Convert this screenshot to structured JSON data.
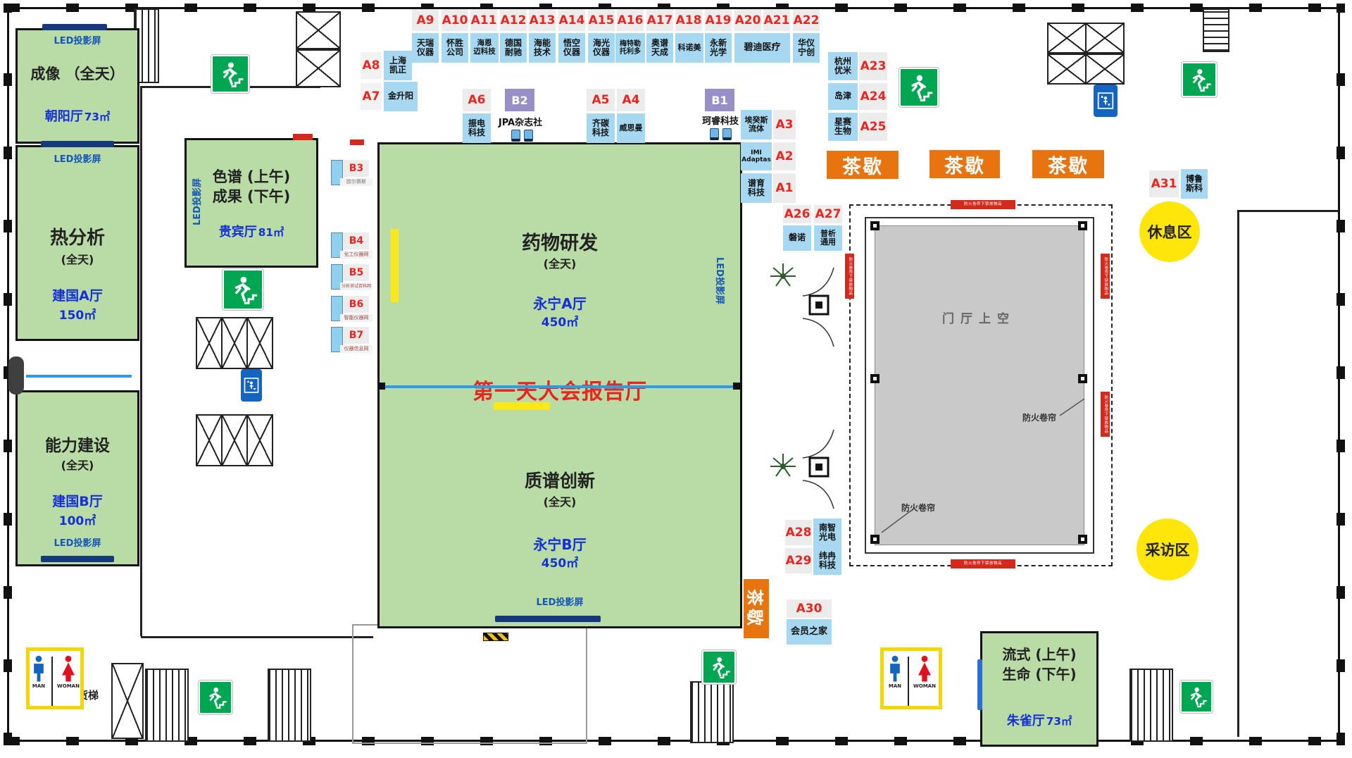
{
  "labels": {
    "led_screen": "LED投影屏",
    "tea_break": "茶歇",
    "rest_area": "休息区",
    "interview_area": "采访区",
    "atrium": "门厅上空",
    "fire_curtain": "防火卷帘",
    "fire_curtain_warning": "防火卷帘下禁放物品",
    "freight_elevator": "货梯",
    "man": "MAN",
    "woman": "WOMAN",
    "day1_banner": "第一天大会报告厅"
  },
  "rooms": {
    "chaoyang": {
      "title": "成像 （全天）",
      "hall": "朝阳厅",
      "area": "73㎡"
    },
    "jianguo_a": {
      "title": "热分析",
      "time": "(全天)",
      "hall": "建国A厅",
      "area": "150㎡"
    },
    "jianguo_b": {
      "title": "能力建设",
      "time": "(全天)",
      "hall": "建国B厅",
      "area": "100㎡"
    },
    "guibin": {
      "title": "色谱 (上午)\n成果 (下午)",
      "hall": "贵宾厅",
      "area": "81㎡"
    },
    "yongning_a": {
      "title": "药物研发",
      "time": "(全天)",
      "hall": "永宁A厅",
      "area": "450㎡"
    },
    "yongning_b": {
      "title": "质谱创新",
      "time": "(全天)",
      "hall": "永宁B厅",
      "area": "450㎡"
    },
    "zhuque": {
      "title": "流式 (上午)\n生命 (下午)",
      "hall": "朱雀厅",
      "area": "73㎡"
    }
  },
  "booths": {
    "top_row": [
      {
        "id": "A9",
        "name": "天瑞\n仪器"
      },
      {
        "id": "A10",
        "name": "怀胜\n公司"
      },
      {
        "id": "A11",
        "name": "海恩\n迈科技"
      },
      {
        "id": "A12",
        "name": "德国\n耐驰"
      },
      {
        "id": "A13",
        "name": "海能\n技术"
      },
      {
        "id": "A14",
        "name": "悟空\n仪器"
      },
      {
        "id": "A15",
        "name": "海光\n仪器"
      },
      {
        "id": "A16",
        "name": "梅特勒\n托利多"
      },
      {
        "id": "A17",
        "name": "奥谱\n天成"
      },
      {
        "id": "A18",
        "name": "科诺美"
      },
      {
        "id": "A19",
        "name": "永新\n光学"
      },
      {
        "id": "A20",
        "name": "碧迪医疗"
      },
      {
        "id": "A21",
        "name": ""
      },
      {
        "id": "A22",
        "name": "华仪\n宁创"
      }
    ],
    "left_wall": [
      {
        "id": "A8",
        "name": "上海\n凯正"
      },
      {
        "id": "A7",
        "name": "金升阳"
      }
    ],
    "front": [
      {
        "id": "A6",
        "name": "振电\n科技"
      },
      {
        "id": "B2",
        "name": "JPA杂志社"
      },
      {
        "id": "A5",
        "name": "齐碳\n科技"
      },
      {
        "id": "A4",
        "name": "威思曼"
      },
      {
        "id": "B1",
        "name": "珂睿科技"
      }
    ],
    "inner": [
      {
        "id": "A3",
        "name": "埃癸斯\n流体"
      },
      {
        "id": "A2",
        "name": "IMI\nAdaptas"
      },
      {
        "id": "A1",
        "name": "谱育\n科技"
      },
      {
        "id": "A26",
        "name": "磐诺"
      },
      {
        "id": "A27",
        "name": "普析\n通用"
      }
    ],
    "east": [
      {
        "id": "A23",
        "name": "杭州\n优米"
      },
      {
        "id": "A24",
        "name": "岛津"
      },
      {
        "id": "A25",
        "name": "星赛\n生物"
      },
      {
        "id": "A31",
        "name": "博鲁\n斯科"
      }
    ],
    "south": [
      {
        "id": "A28",
        "name": "南智\n光电"
      },
      {
        "id": "A29",
        "name": "纬冉\n科技"
      },
      {
        "id": "A30",
        "name": "会员之家"
      }
    ],
    "b_col": [
      {
        "id": "B3",
        "name": "欧尔赛斯"
      },
      {
        "id": "B4",
        "name": "化工仪器网"
      },
      {
        "id": "B5",
        "name": "分析测试百科网"
      },
      {
        "id": "B6",
        "name": "智能仪器网"
      },
      {
        "id": "B7",
        "name": "仪器信息网"
      }
    ]
  },
  "icons": {
    "exit": "exit-stairs-run-icon",
    "elevator": "elevator-icon",
    "toilet_man": "man-icon",
    "toilet_woman": "woman-icon",
    "plant": "plant-icon"
  },
  "colors": {
    "room_green": "#b9dca6",
    "booth_blue": "#a6d9f1",
    "booth_gray": "#ececec",
    "booth_purple": "#998fc7",
    "banner_orange": "#e87410",
    "highlight_yellow": "#ffe60a",
    "led_bar_blue": "#16387d",
    "hall_text_blue": "#1530d6",
    "booth_id_red": "#e8251f",
    "exit_green": "#00a651",
    "atrium_gray": "#c9c9c9",
    "line_blue": "#2e9be6"
  }
}
